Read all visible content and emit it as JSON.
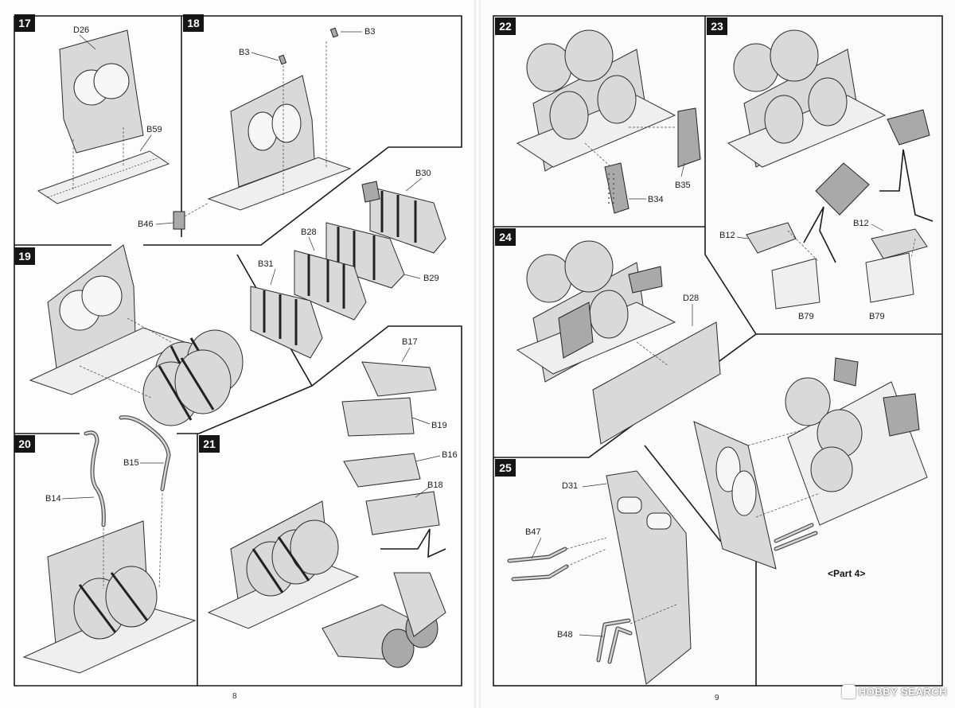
{
  "pages": [
    {
      "id": "left",
      "number": "8"
    },
    {
      "id": "right",
      "number": "9"
    }
  ],
  "steps": [
    {
      "number": "17",
      "labels": [
        "D26",
        "B59"
      ]
    },
    {
      "number": "18",
      "labels": [
        "B3",
        "B3",
        "B46",
        "B30",
        "B28",
        "B31",
        "B29"
      ]
    },
    {
      "number": "19",
      "labels": []
    },
    {
      "number": "20",
      "labels": [
        "B15",
        "B14"
      ]
    },
    {
      "number": "21",
      "labels": [
        "B17",
        "B19",
        "B16",
        "B18"
      ]
    },
    {
      "number": "22",
      "labels": [
        "B35",
        "B34"
      ]
    },
    {
      "number": "23",
      "labels": [
        "B12",
        "B12",
        "B79",
        "B79"
      ]
    },
    {
      "number": "24",
      "labels": [
        "D28"
      ]
    },
    {
      "number": "25",
      "labels": [
        "D31",
        "B47",
        "B48"
      ]
    }
  ],
  "part_caption": "<Part 4>",
  "watermark": {
    "text": "HOBBY SEARCH",
    "icon": "hobby-search-logo-icon"
  },
  "colors": {
    "frame": "#1a1a1a",
    "part_fill": "#d9d9d9",
    "part_dark": "#a9a9a9",
    "badge_bg": "#151515"
  }
}
